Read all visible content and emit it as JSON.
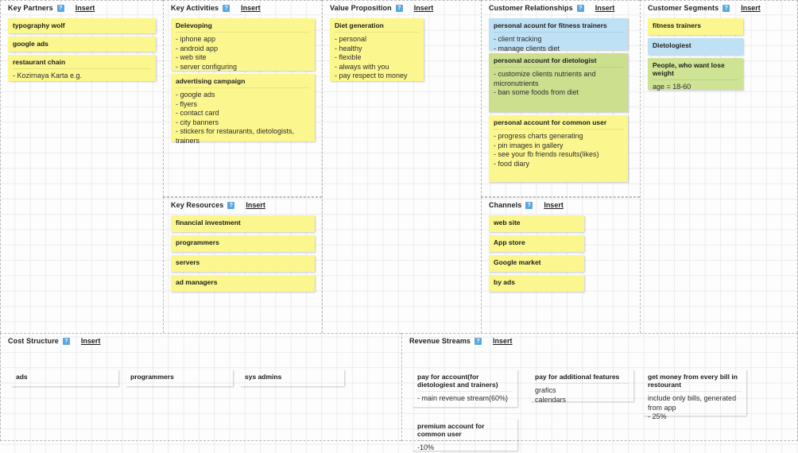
{
  "app": {
    "help_glyph": "?",
    "insert_label": "Insert"
  },
  "panels": {
    "key_partners": {
      "title": "Key Partners",
      "cards": [
        {
          "title": "typography wolf",
          "body": ""
        },
        {
          "title": "google ads",
          "body": ""
        },
        {
          "title": "restaurant chain",
          "body": "- Kozirnaya Karta e.g."
        }
      ]
    },
    "key_activities": {
      "title": "Key Activities",
      "cards": [
        {
          "title": "Delevoping",
          "body": "- iphone app\n- android app\n- web site\n- server configuring"
        },
        {
          "title": "advertising campaign",
          "body": "- google ads\n- flyers\n- contact card\n- city banners\n- stickers for restaurants, dietologists, trainers"
        }
      ]
    },
    "value_proposition": {
      "title": "Value Proposition",
      "cards": [
        {
          "title": "Diet generation",
          "body": "- personal\n- healthy\n- flexible\n- always with you\n- pay respect to money"
        }
      ]
    },
    "customer_relationships": {
      "title": "Customer Relationships",
      "cards": [
        {
          "title": "personal acount for fitness trainers",
          "body": "- client tracking\n- manage clients diet"
        },
        {
          "title": "personal account for dietologist",
          "body": "- customize clients nutrients and micronutrients\n- ban some foods from diet"
        },
        {
          "title": "personal account for common user",
          "body": "- progress charts generating\n- pin images in gallery\n- see your fb friends results(likes)\n- food diary"
        }
      ]
    },
    "customer_segments": {
      "title": "Customer Segments",
      "cards": [
        {
          "title": "fitness trainers",
          "body": ""
        },
        {
          "title": "Dietologiest",
          "body": ""
        },
        {
          "title": "People, who want lose weight",
          "body": "age = 18-60"
        }
      ]
    },
    "key_resources": {
      "title": "Key Resources",
      "cards": [
        {
          "title": "financial investment",
          "body": ""
        },
        {
          "title": "programmers",
          "body": ""
        },
        {
          "title": "servers",
          "body": ""
        },
        {
          "title": "ad managers",
          "body": ""
        }
      ]
    },
    "channels": {
      "title": "Channels",
      "cards": [
        {
          "title": "web site",
          "body": ""
        },
        {
          "title": "App store",
          "body": ""
        },
        {
          "title": "Google market",
          "body": ""
        },
        {
          "title": "by ads",
          "body": ""
        }
      ]
    },
    "cost_structure": {
      "title": "Cost Structure",
      "cards": [
        {
          "title": "ads",
          "body": ""
        },
        {
          "title": "programmers",
          "body": ""
        },
        {
          "title": "sys admins",
          "body": ""
        }
      ]
    },
    "revenue_streams": {
      "title": "Revenue Streams",
      "cards": [
        {
          "title": "pay for account(for dietologiest and trainers)",
          "body": "- main revenue stream(60%)"
        },
        {
          "title": "premium account for common user",
          "body": "-10%"
        },
        {
          "title": "pay for additional features",
          "body": "grafics\ncalendars"
        },
        {
          "title": "get money from every bill in restourant",
          "body": "include only bills, generated from app\n- 25%"
        }
      ]
    }
  },
  "colors": {
    "sticky_yellow": "#fbf78e",
    "sticky_blue": "#bfe1f5",
    "sticky_green": "#ccdf8f",
    "help_icon_blue": "#5aa7dd",
    "panel_border": "#b9b9b9"
  }
}
